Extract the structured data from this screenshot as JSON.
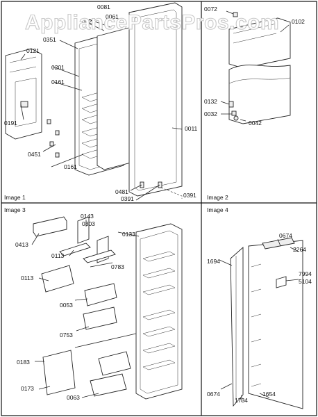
{
  "watermark": "AppliancePartsPros.com",
  "panels": [
    {
      "title": "Image 1"
    },
    {
      "title": "Image 2"
    },
    {
      "title": "Image 3"
    },
    {
      "title": "Image 4"
    }
  ],
  "callouts": {
    "image1": [
      "0081",
      "0021",
      "0351",
      "0121",
      "0201",
      "0161",
      "0191",
      "0451",
      "0161",
      "0011",
      "0481",
      "0391",
      "0391"
    ],
    "image1_extra": [
      "0061"
    ],
    "image2": [
      "0072",
      "0102",
      "0132",
      "0032",
      "0042"
    ],
    "image3": [
      "0143",
      "0303",
      "0413",
      "0133",
      "0113",
      "0783",
      "0113",
      "0053",
      "0753",
      "0183",
      "0173",
      "0063"
    ],
    "image4": [
      "0674",
      "2264",
      "1694",
      "7994",
      "5104",
      "0674",
      "1734",
      "1654"
    ]
  },
  "colors": {
    "line": "#222222",
    "watermark": "#c9c9c9",
    "background": "#ffffff"
  }
}
